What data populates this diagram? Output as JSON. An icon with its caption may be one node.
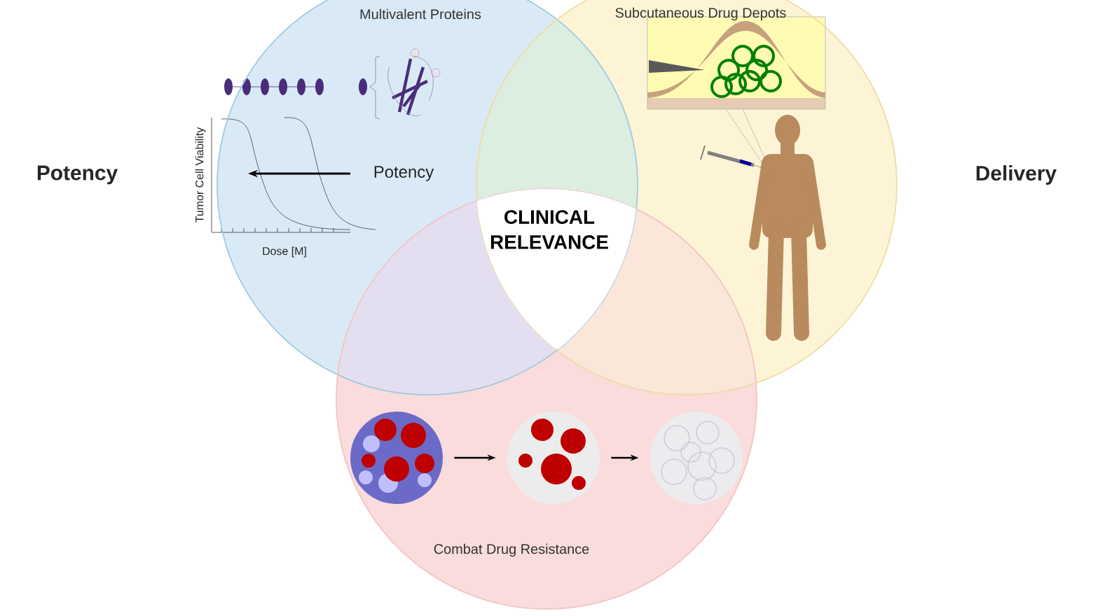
{
  "diagram": {
    "nodes": [
      {
        "text": [
          "Multivalent Proteins"
        ]
      },
      {
        "text": [
          "Subcutaneous Drug Depots"
        ]
      },
      {
        "text": [
          "Combat Drug Resistance"
        ]
      },
      {
        "text": [
          "CLINICAL RELEVANCE"
        ]
      },
      {
        "text": [],
        "shape": "picture",
        "in": 2
      },
      {
        "text": [],
        "shape": "picture",
        "in": 2
      },
      {
        "text": [],
        "shape": "picture",
        "in": 2
      }
    ],
    "edges": [
      {
        "from": 4,
        "to": 5,
        "arrow": "to"
      },
      {
        "from": 5,
        "to": 6,
        "arrow": "to"
      }
    ],
    "labels": [
      "Potency",
      "Tumor Cell Viability",
      "Potency",
      "Delivery",
      "Dose [M]"
    ]
  }
}
